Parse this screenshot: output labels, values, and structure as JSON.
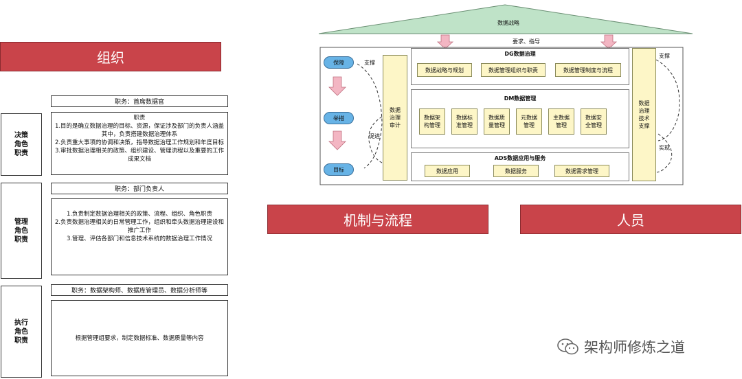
{
  "banners": {
    "org": "组织",
    "mechanism": "机制与流程",
    "people": "人员"
  },
  "roles": [
    {
      "label": "决策\n角色\n职责",
      "title": "职务：首席数据官",
      "body_heading": "职责",
      "body": [
        "1.目的是确立数据治理的目标、资源，保证涉及部门的负责人涵盖其中，负责搭建数据治理体系",
        "2.负责重大事项的协调和决策，指导数据治理工作规划和年度目标",
        "3.审批数据治理相关的政策、组织建设、管理流程以及重要的工作成果文档"
      ]
    },
    {
      "label": "管理\n角色\n职责",
      "title": "职务：部门负责人",
      "body_heading": "",
      "body": [
        "1.负责制定数据治理相关的政策、流程、组织、角色职责",
        "2.负责数据治理相关的日常管理工作，组织和牵头数据治理建设和推广工作",
        "3.管理、评估各部门和信息技术系统的数据治理工作情况"
      ]
    },
    {
      "label": "执行\n角色\n职责",
      "title": "职务：数据架构师、数据库管理员、数据分析师等",
      "body_heading": "",
      "body": [
        "根据管理组要求，制定数据标准、数据质量等内容"
      ]
    }
  ],
  "framework": {
    "roof": "数据战略",
    "requirement": "要求、指导",
    "left_pills": [
      "保障",
      "举措",
      "目标"
    ],
    "support_left": "支撑",
    "promote": "促进",
    "audit": "数据治理审计",
    "dg_title": "DG数据治理",
    "dg_items": [
      "数据战略与规划",
      "数据管理组织与职责",
      "数据管理制度与流程"
    ],
    "dm_title": "DM数据管理",
    "dm_items": [
      "数据架构管理",
      "数据标准管理",
      "数据质量管理",
      "元数据管理",
      "主数据管理",
      "数据安全管理"
    ],
    "ads_title": "ADS数据应用与服务",
    "ads_items": [
      "数据应用",
      "数据服务",
      "数据需求管理"
    ],
    "tech": "数据治理技术支撑",
    "support_right": "支撑",
    "realize": "实现"
  },
  "watermark": "架构师修炼之道",
  "colors": {
    "banner": "#c9444a",
    "roof": "#bfe3c8",
    "pill": "#67b3e6",
    "arrow": "#f3b6c3",
    "yellow": "#fdf6c7"
  }
}
